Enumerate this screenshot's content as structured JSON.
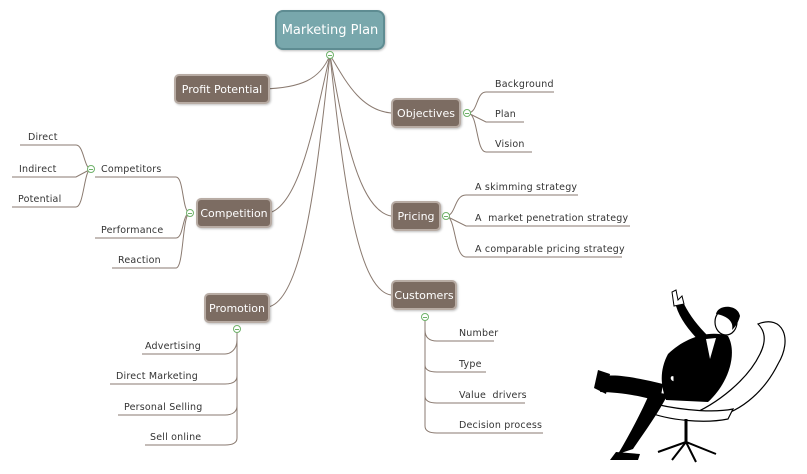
{
  "title": "Marketing Plan",
  "branches": {
    "profit_potential": {
      "label": "Profit Potential"
    },
    "objectives": {
      "label": "Objectives",
      "items": [
        "Background",
        "Plan",
        "Vision"
      ]
    },
    "competition": {
      "label": "Competition",
      "items": [
        "Competitors",
        "Performance",
        "Reaction"
      ],
      "competitors_items": [
        "Direct",
        "Indirect",
        "Potential"
      ]
    },
    "pricing": {
      "label": "Pricing",
      "items": [
        "A skimming strategy",
        "A  market penetration strategy",
        "A comparable pricing strategy"
      ]
    },
    "promotion": {
      "label": "Promotion",
      "items": [
        "Advertising",
        "Direct Marketing",
        "Personal Selling",
        "Sell online"
      ]
    },
    "customers": {
      "label": "Customers",
      "items": [
        "Number",
        "Type",
        "Value  drivers",
        "Decision process"
      ]
    }
  },
  "colors": {
    "root_fill": "#78a7ac",
    "node_fill": "#7c6c62",
    "line": "#7a6a60",
    "toggle": "#6fb26a"
  },
  "illustration": "businessman-in-chair-silhouette"
}
